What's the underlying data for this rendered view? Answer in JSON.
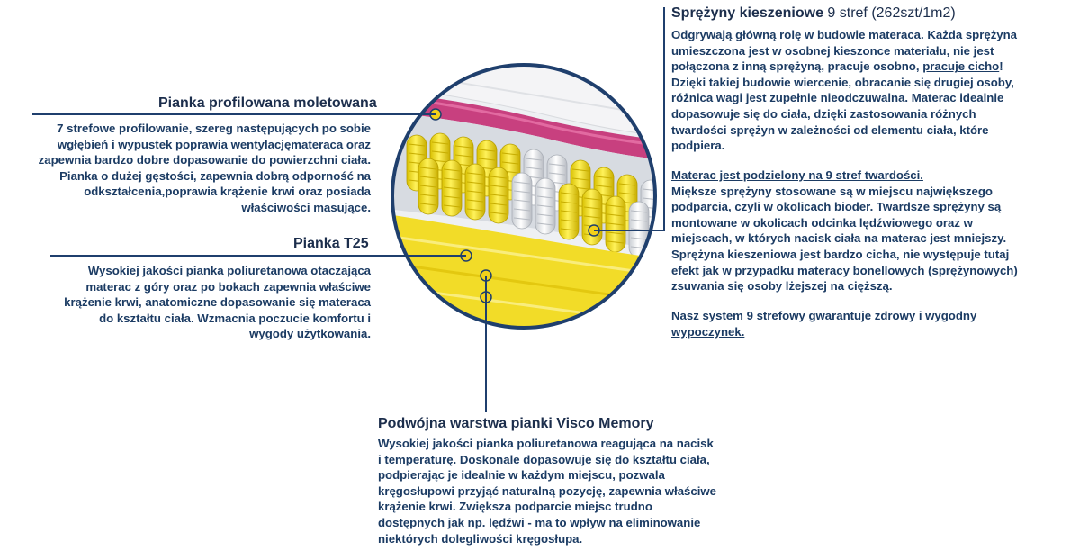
{
  "foam_profiled": {
    "title": "Pianka profilowana moletowana",
    "text": "7 strefowe profilowanie, szereg następujących po sobie wgłębień i wypustek poprawia wentylacjęmateraca oraz zapewnia bardzo dobre dopasowanie do powierzchni ciała. Pianka o dużej gęstości, zapewnia dobrą odporność na odkształcenia,poprawia krążenie krwi oraz posiada właściwości masujące."
  },
  "foam_t25": {
    "title": "Pianka T25",
    "text": "Wysokiej jakości pianka poliuretanowa otaczająca materac z góry oraz po bokach zapewnia właściwe krążenie krwi, anatomiczne dopasowanie się materaca do kształtu ciała. Wzmacnia poczucie komfortu i wygody użytkowania."
  },
  "visco": {
    "title": "Podwójna warstwa pianki Visco Memory",
    "text": "Wysokiej jakości pianka poliuretanowa reagująca na nacisk i temperaturę. Doskonale dopasowuje się do kształtu ciała, podpierając je idealnie w każdym miejscu, pozwala kręgosłupowi przyjąć naturalną pozycję, zapewnia właściwe krążenie krwi. Zwiększa podparcie miejsc trudno dostępnych jak np. lędźwi - ma to wpływ na eliminowanie niektórych dolegliwości kręgosłupa."
  },
  "springs": {
    "title_bold": "Sprężyny kieszeniowe",
    "title_rest": " 9 stref (262szt/1m2)",
    "text_a": "Odgrywają główną rolę w budowie materaca. Każda sprężyna umieszczona jest w osobnej kieszonce materiału, nie jest połączona z inną sprężyną, pracuje osobno, ",
    "text_link": "pracuje cicho",
    "text_b": "! Dzięki takiej budowie wiercenie, obracanie się drugiej osoby, różnica wagi jest zupełnie nieodczuwalna. Materac idealnie dopasowuje się do ciała, dzięki zastosowania różnych twardości sprężyn w zależności od elementu ciała, które podpiera.",
    "zones_heading": "Materac jest podzielony na 9 stref twardości.",
    "zones_text": "Miększe sprężyny stosowane są w miejscu największego podparcia, czyli w okolicach bioder. Twardsze sprężyny są montowane w okolicach odcinka lędźwiowego oraz w miejscach, w których nacisk ciała na materac jest mniejszy. Sprężyna kieszeniowa jest bardzo cicha, nie występuje tutaj efekt jak w przypadku materacy bonellowych (sprężynowych) zsuwania się osoby lżejszej na cięższą.",
    "guarantee": "Nasz system 9 strefowy gwarantuje zdrowy i wygodny wypoczynek."
  },
  "colors": {
    "navy": "#1f3f6d",
    "text": "#1b3b63",
    "pink": "#c8407f",
    "yellow": "#f2dc28",
    "marker": "#f3d11a"
  }
}
